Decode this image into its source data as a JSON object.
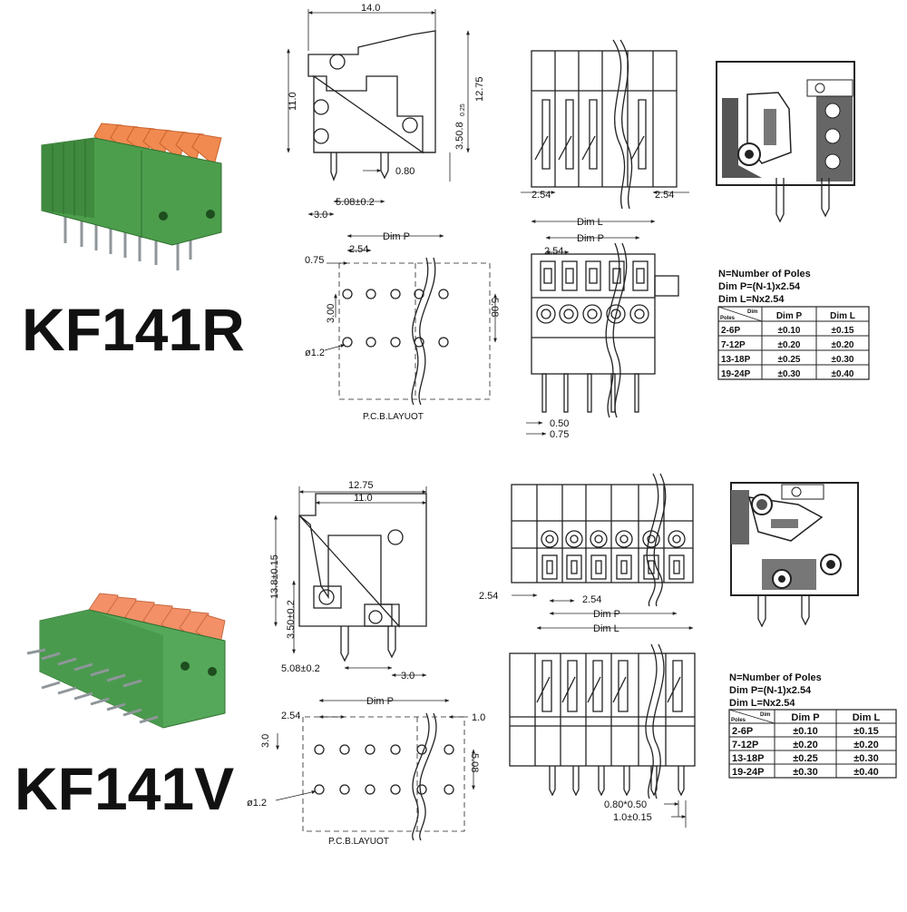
{
  "colors": {
    "housing_green": "#4c9e4c",
    "housing_dark": "#3a7f3a",
    "lever_orange": "#f08a50",
    "pin_metal": "#9aa0a4",
    "line": "#222222"
  },
  "products": [
    {
      "model": "KF141R",
      "side_view": {
        "width": "14.0",
        "height_left": "11.0",
        "height_right": "12.75",
        "pin_len": "3.50.8",
        "pin_len_sub": "0.25",
        "pin_thick": "0.80",
        "pin_offset": "5.08±0.2",
        "pin_base": "3.0"
      },
      "top_view": {
        "pitch_left": "2.54",
        "pitch_right": "2.54"
      },
      "pcb_layout": {
        "dim_p": "Dim P",
        "pitch": "2.54",
        "edge": "0.75",
        "row_gap": "3.00",
        "row_spacing": "5.08",
        "hole": "ø1.2",
        "caption": "P.C.B.LAYUOT"
      },
      "front_view": {
        "dim_l": "Dim L",
        "dim_p": "Dim P",
        "pitch": "2.54",
        "pin_w": "0.50",
        "pin_gap": "0.75"
      },
      "notes": {
        "line1": "N=Number of Poles",
        "line2": "Dim P=(N-1)x2.54",
        "line3": "Dim L=Nx2.54"
      }
    },
    {
      "model": "KF141V",
      "side_view": {
        "width": "12.75",
        "inner_width": "11.0",
        "height": "13.8±0.15",
        "pin_len": "3.50±0.2",
        "pin_offset": "5.08±0.2",
        "pin_base": "3.0"
      },
      "front_view": {
        "pitch_left": "2.54",
        "pitch": "2.54",
        "dim_p": "Dim P",
        "dim_l": "Dim L"
      },
      "pcb_layout": {
        "dim_p": "Dim P",
        "pitch": "2.54",
        "edge": "1.0",
        "row_gap": "3.0",
        "row_spacing": "5.08",
        "hole": "ø1.2",
        "caption": "P.C.B.LAYUOT"
      },
      "bottom_view": {
        "pin_dim": "0.80*0.50",
        "pin_pitch": "1.0±0.15"
      },
      "notes": {
        "line1": "N=Number of Poles",
        "line2": "Dim P=(N-1)x2.54",
        "line3": "Dim L=Nx2.54"
      }
    }
  ],
  "tolerance_table": {
    "corner_top": "Dim",
    "corner_bottom": "Poles",
    "headers": [
      "Dim P",
      "Dim L"
    ],
    "rows": [
      {
        "poles": "2-6P",
        "dim_p": "±0.10",
        "dim_l": "±0.15"
      },
      {
        "poles": "7-12P",
        "dim_p": "±0.20",
        "dim_l": "±0.20"
      },
      {
        "poles": "13-18P",
        "dim_p": "±0.25",
        "dim_l": "±0.30"
      },
      {
        "poles": "19-24P",
        "dim_p": "±0.30",
        "dim_l": "±0.40"
      }
    ]
  }
}
